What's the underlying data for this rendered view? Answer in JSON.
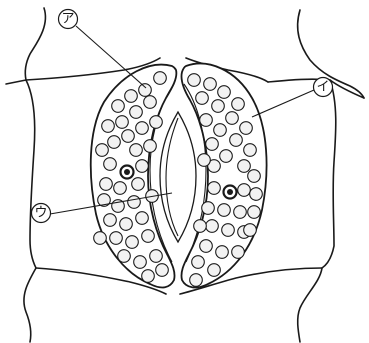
{
  "diagram": {
    "labels": [
      {
        "id": "a",
        "text": "ア"
      },
      {
        "id": "i",
        "text": "イ"
      },
      {
        "id": "u",
        "text": "ウ"
      }
    ]
  }
}
